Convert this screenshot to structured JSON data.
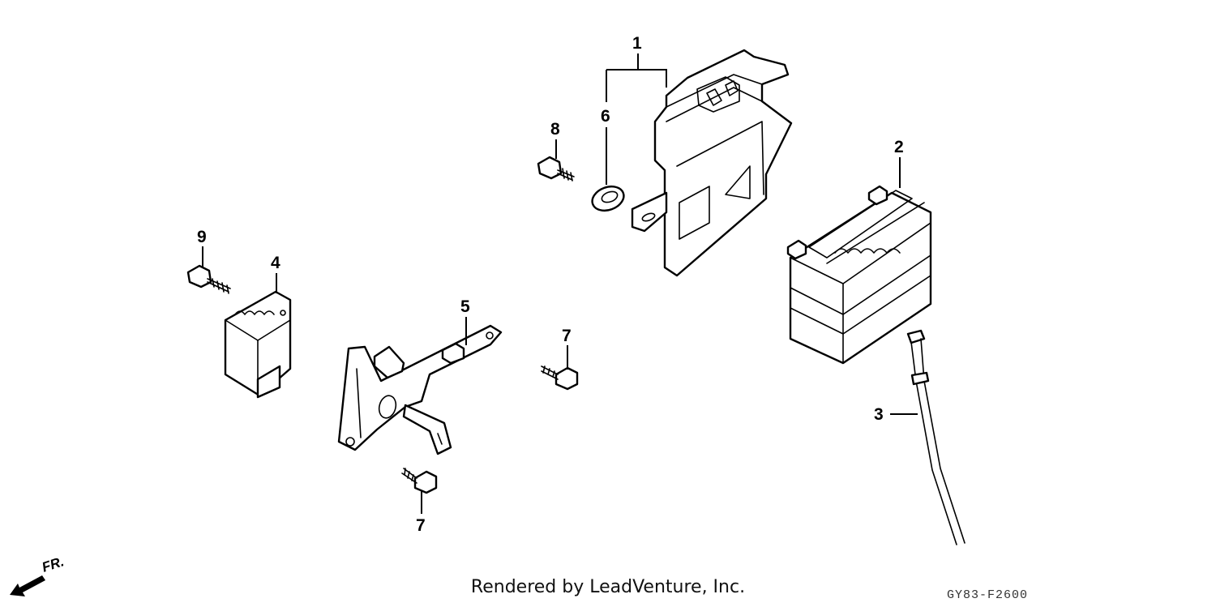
{
  "callouts": [
    {
      "id": "1",
      "label": "1"
    },
    {
      "id": "2",
      "label": "2"
    },
    {
      "id": "3",
      "label": "3"
    },
    {
      "id": "4",
      "label": "4"
    },
    {
      "id": "5",
      "label": "5"
    },
    {
      "id": "6",
      "label": "6"
    },
    {
      "id": "7a",
      "label": "7"
    },
    {
      "id": "7b",
      "label": "7"
    },
    {
      "id": "8",
      "label": "8"
    },
    {
      "id": "9",
      "label": "9"
    }
  ],
  "direction_label": "FR.",
  "footer": {
    "credit": "Rendered by LeadVenture, Inc.",
    "diagram_code": "GY83-F2600"
  }
}
